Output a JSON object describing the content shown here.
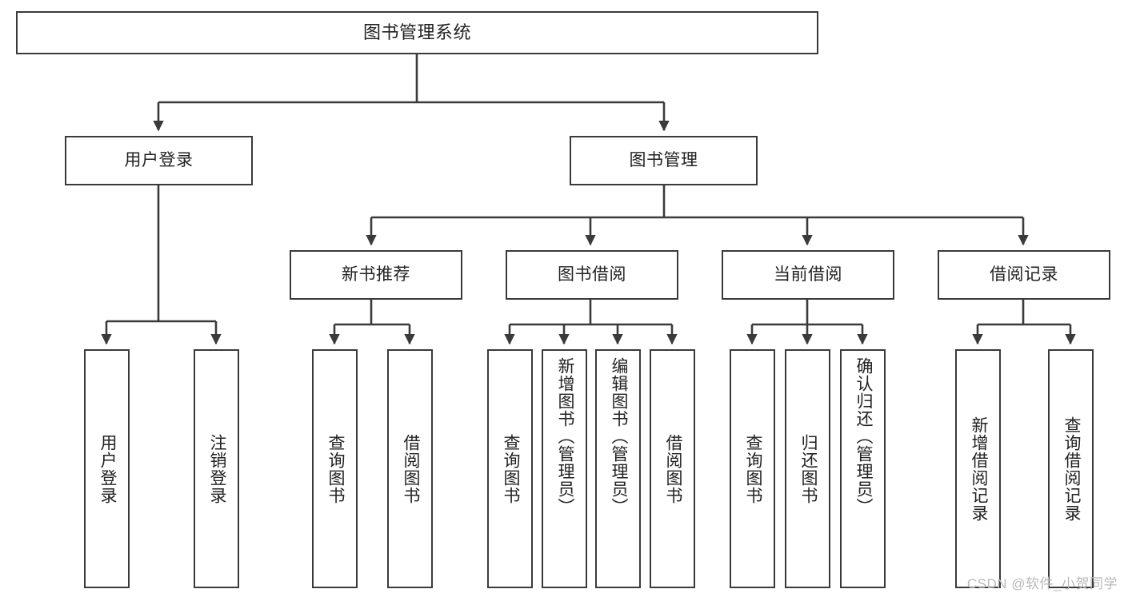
{
  "diagram": {
    "type": "tree",
    "title": "图书管理系统",
    "orientation": "top-down",
    "colors": {
      "box_border": "#3a3a3a",
      "box_fill": "#ffffff",
      "connector": "#3a3a3a",
      "text": "#222222",
      "watermark": "#b9b9b9",
      "background": "#ffffff"
    }
  },
  "root": {
    "label": "图书管理系统"
  },
  "level2": [
    {
      "label": "用户登录"
    },
    {
      "label": "图书管理"
    }
  ],
  "level3": [
    {
      "label": "新书推荐"
    },
    {
      "label": "图书借阅"
    },
    {
      "label": "当前借阅"
    },
    {
      "label": "借阅记录"
    }
  ],
  "leaves": {
    "user_login": [
      {
        "label": "用户登录"
      },
      {
        "label": "注销登录"
      }
    ],
    "new_book_recommend": [
      {
        "label": "查询图书"
      },
      {
        "label": "借阅图书"
      }
    ],
    "book_borrow": [
      {
        "label": "查询图书"
      },
      {
        "label": "新增图书（管理员）"
      },
      {
        "label": "编辑图书（管理员）"
      },
      {
        "label": "借阅图书"
      }
    ],
    "current_borrow": [
      {
        "label": "查询图书"
      },
      {
        "label": "归还图书"
      },
      {
        "label": "确认归还（管理员）"
      }
    ],
    "borrow_record": [
      {
        "label": "新增借阅记录"
      },
      {
        "label": "查询借阅记录"
      }
    ]
  },
  "watermark": {
    "text": "CSDN @软件_小贺同学"
  }
}
